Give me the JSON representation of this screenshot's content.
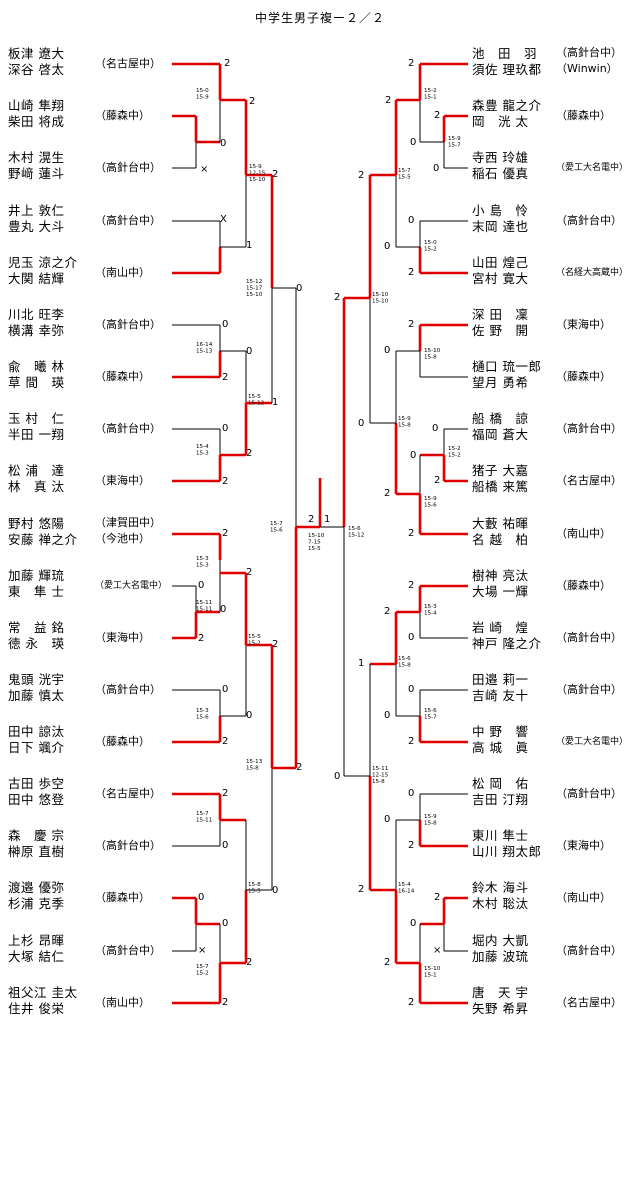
{
  "title": "中学生男子複ー２／２",
  "left_teams": [
    {
      "p1": "板津 遼大",
      "p2": "深谷 啓太",
      "school": "（名古屋中）"
    },
    {
      "p1": "山崎 隼翔",
      "p2": "柴田 将成",
      "school": "（藤森中）"
    },
    {
      "p1": "木村 滉生",
      "p2": "野﨑 蓮斗",
      "school": "（高針台中）"
    },
    {
      "p1": "井上 敦仁",
      "p2": "豊丸 大斗",
      "school": "（高針台中）"
    },
    {
      "p1": "児玉 涼之介",
      "p2": "大関 結輝",
      "school": "（南山中）"
    },
    {
      "p1": "川北 旺李",
      "p2": "横溝 幸弥",
      "school": "（高針台中）"
    },
    {
      "p1": "兪　曦 林",
      "p2": "草 間　瑛",
      "school": "（藤森中）"
    },
    {
      "p1": "玉 村　仁",
      "p2": "半田 一翔",
      "school": "（高針台中）"
    },
    {
      "p1": "松 浦　達",
      "p2": "林　真 汰",
      "school": "（東海中）"
    },
    {
      "p1": "野村 悠陽",
      "p2": "安藤 禅之介",
      "school": "（津賀田中）",
      "school2": "（今池中）"
    },
    {
      "p1": "加藤 輝琉",
      "p2": "東　隼 士",
      "school": "（愛工大名電中）",
      "small": true
    },
    {
      "p1": "常　益 銘",
      "p2": "徳 永　瑛",
      "school": "（東海中）"
    },
    {
      "p1": "鬼頭 洸宇",
      "p2": "加藤 慎太",
      "school": "（高針台中）"
    },
    {
      "p1": "田中 諒汰",
      "p2": "日下 颯介",
      "school": "（藤森中）"
    },
    {
      "p1": "古田 歩空",
      "p2": "田中 悠登",
      "school": "（名古屋中）"
    },
    {
      "p1": "森　慶 宗",
      "p2": "榊原 直樹",
      "school": "（高針台中）"
    },
    {
      "p1": "渡邉 優弥",
      "p2": "杉浦 克季",
      "school": "（藤森中）"
    },
    {
      "p1": "上杉 昂暉",
      "p2": "大塚 結仁",
      "school": "（高針台中）"
    },
    {
      "p1": "祖父江 圭太",
      "p2": "住井 俊栄",
      "school": "（南山中）"
    }
  ],
  "right_teams": [
    {
      "p1": "池　田　羽",
      "p2": "須佐 理玖都",
      "school": "（高針台中）",
      "school2": "（Winwin）"
    },
    {
      "p1": "森豊 龍之介",
      "p2": "岡　洸 太",
      "school": "（藤森中）"
    },
    {
      "p1": "寺西 玲雄",
      "p2": "稲石 優真",
      "school": "（愛工大名電中）",
      "small": true
    },
    {
      "p1": "小 島　怜",
      "p2": "末岡 達也",
      "school": "（高針台中）"
    },
    {
      "p1": "山田 煌己",
      "p2": "宮村 寛大",
      "school": "（名経大高蔵中）",
      "small": true
    },
    {
      "p1": "深 田　凜",
      "p2": "佐 野　開",
      "school": "（東海中）"
    },
    {
      "p1": "樋口 琉一郎",
      "p2": "望月 勇希",
      "school": "（藤森中）"
    },
    {
      "p1": "船 橋　諒",
      "p2": "福岡 蒼大",
      "school": "（高針台中）"
    },
    {
      "p1": "猪子 大嘉",
      "p2": "船橋 来篤",
      "school": "（名古屋中）"
    },
    {
      "p1": "大藪 祐暉",
      "p2": "名 越　柏",
      "school": "（南山中）"
    },
    {
      "p1": "樹神 亮汰",
      "p2": "大場 一輝",
      "school": "（藤森中）"
    },
    {
      "p1": "岩 崎　煌",
      "p2": "神戸 隆之介",
      "school": "（高針台中）"
    },
    {
      "p1": "田邉 莉一",
      "p2": "吉崎 友十",
      "school": "（高針台中）"
    },
    {
      "p1": "中 野　響",
      "p2": "高 城　眞",
      "school": "（愛工大名電中）",
      "small": true
    },
    {
      "p1": "松 岡　佑",
      "p2": "吉田 汀翔",
      "school": "（高針台中）"
    },
    {
      "p1": "東川 隼士",
      "p2": "山川 翔太郎",
      "school": "（東海中）"
    },
    {
      "p1": "鈴木 海斗",
      "p2": "木村 聡汰",
      "school": "（南山中）"
    },
    {
      "p1": "堀内 大凱",
      "p2": "加藤 波琉",
      "school": "（高針台中）"
    },
    {
      "p1": "唐　天 宇",
      "p2": "矢野 希昇",
      "school": "（名古屋中）"
    }
  ],
  "scores": {
    "left_r1": [
      "2",
      "2",
      "0",
      "×",
      "X",
      "1",
      "0",
      "0",
      "2",
      "1",
      "0",
      "2",
      "2",
      "2",
      "0",
      "0",
      "2",
      "0",
      "2",
      "0",
      "0",
      "×",
      "2",
      "2"
    ],
    "left_sets": [
      "15-0\n15-9",
      "15-9\n12-15\n15-10",
      "15-12\n15-17\n15-10",
      "16-14\n15-13",
      "15-5\n15-12",
      "15-4\n15-3",
      "15-7\n15-6",
      "15-3\n15-3",
      "15-11\n15-11",
      "15-5\n15-2",
      "15-3\n15-6",
      "15-13\n15-8",
      "15-7\n15-11",
      "15-8\n15-5",
      "15-7\n15-2",
      "15-10\n7-15\n15-5"
    ],
    "right_r1": [
      "2",
      "2",
      "0",
      "0",
      "0",
      "2",
      "2",
      "0",
      "0",
      "2",
      "0",
      "2",
      "2",
      "0",
      "2",
      "1",
      "0",
      "0",
      "2",
      "0",
      "0",
      "2",
      "0",
      "2",
      "2",
      "0",
      "2"
    ],
    "right_sets": [
      "15-2\n15-1",
      "15-9\n15-7",
      "15-7\n15-5",
      "15-0\n15-2",
      "15-10\n15-10",
      "15-10\n15-8",
      "15-9\n15-8",
      "15-2\n15-2",
      "15-9\n15-6",
      "15-6\n15-12",
      "15-3\n15-4",
      "15-6\n15-8",
      "15-6\n15-7",
      "15-11\n12-15\n15-8",
      "15-9\n15-8",
      "15-4\n16-14",
      "15-10\n15-1"
    ],
    "final_left": "2",
    "final_right": "1"
  },
  "colors": {
    "win": "#e00000",
    "line": "#000000"
  }
}
